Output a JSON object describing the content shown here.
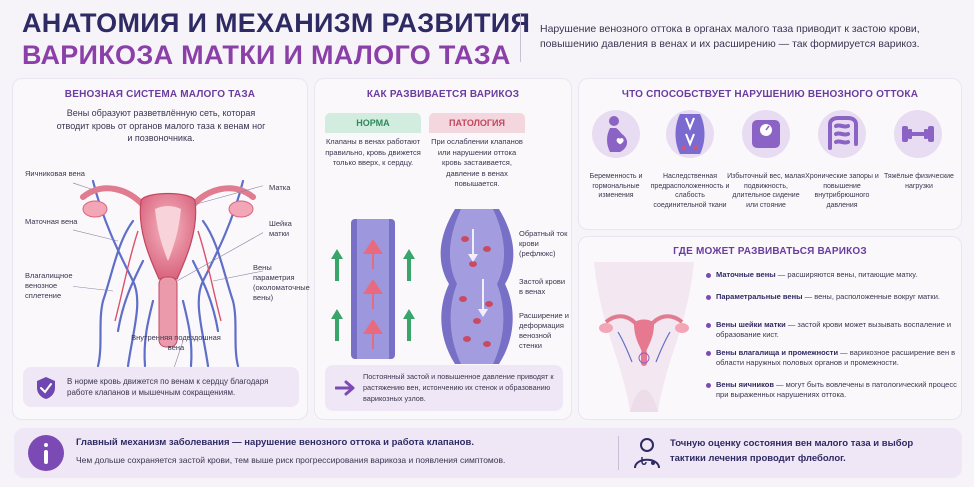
{
  "header": {
    "title_line1": "АНАТОМИЯ И МЕХАНИЗМ РАЗВИТИЯ",
    "title_line2": "ВАРИКОЗА МАТКИ И МАЛОГО ТАЗА",
    "intro": "Нарушение венозного оттока в органах малого таза приводит к застою крови, повышению давления в венах и их расширению — так формируется варикоз."
  },
  "anatomy": {
    "heading": "ВЕНОЗНАЯ СИСТЕМА МАЛОГО ТАЗА",
    "description": "Вены образуют разветвлённую сеть, которая отводит кровь от органов малого таза к венам ног и позвоночника.",
    "labels": {
      "ovarian_vein": "Яичниковая вена",
      "uterine_vein": "Маточная вена",
      "vaginal_plexus": "Влагалищное венозное сплетение",
      "uterus": "Матка",
      "cervix": "Шейка матки",
      "parametrial_veins": "Вены параметрия (околоматочные вены)",
      "internal_iliac": "Внутренняя подвздошная вена"
    },
    "note": "В норме кровь движется по венам к сердцу благодаря работе клапанов и мышечным сокращениям."
  },
  "development": {
    "heading": "КАК РАЗВИВАЕТСЯ ВАРИКОЗ",
    "norm_label": "НОРМА",
    "norm_text": "Клапаны в венах работают правильно, кровь движется только вверх, к сердцу.",
    "path_label": "ПАТОЛОГИЯ",
    "path_text": "При ослаблении клапанов или нарушении оттока кровь застаивается, давление в венах повышается.",
    "callouts": {
      "reflux": "Обратный ток крови (рефлюкс)",
      "stasis": "Застой крови в венах",
      "dilation": "Расширение и деформация венозной стенки"
    },
    "note": "Постоянный застой и повышенное давление приводят к растяжению вен, истончению их стенок и образованию варикозных узлов."
  },
  "factors": {
    "heading": "ЧТО СПОСОБСТВУЕТ НАРУШЕНИЮ ВЕНОЗНОГО ОТТОКА",
    "items": [
      {
        "icon": "pregnancy-icon",
        "text": "Беременность и гормональные изменения"
      },
      {
        "icon": "heredity-vein-icon",
        "text": "Наследственная предрасположенность и слабость соединительной ткани"
      },
      {
        "icon": "scale-icon",
        "text": "Избыточный вес, малая подвижность, длительное сидение или стояние"
      },
      {
        "icon": "intestine-icon",
        "text": "Хронические запоры и повышение внутрибрюшного давления"
      },
      {
        "icon": "dumbbell-icon",
        "text": "Тяжёлые физические нагрузки"
      }
    ]
  },
  "locations": {
    "heading": "ГДЕ МОЖЕТ РАЗВИВАТЬСЯ ВАРИКОЗ",
    "items": [
      {
        "title": "Маточные вены",
        "text": " — расширяются вены, питающие матку."
      },
      {
        "title": "Параметральные вены",
        "text": " — вены, расположенные вокруг матки."
      },
      {
        "title": "Вены шейки матки",
        "text": " — застой крови может вызывать воспаление и образование кист."
      },
      {
        "title": "Вены влагалища и промежности",
        "text": " — варикозное расширение вен в области наружных половых органов и промежности."
      },
      {
        "title": "Вены яичников",
        "text": " — могут быть вовлечены в патологический процесс при выраженных нарушениях оттока."
      }
    ]
  },
  "footer": {
    "main_title": "Главный механизм заболевания — нарушение венозного оттока и работа клапанов.",
    "main_text": "Чем дольше сохраняется застой крови, тем выше риск прогрессирования варикоза и появления симптомов.",
    "doctor_line1": "Точную оценку состояния вен малого таза и выбор",
    "doctor_line2": "тактики лечения проводит флеболог."
  },
  "colors": {
    "accent_purple": "#8b3fa8",
    "dark_navy": "#2e2a63",
    "vein_blue": "#5f6fc7",
    "artery_red": "#d9526b",
    "norm_green": "#3aa56b"
  }
}
